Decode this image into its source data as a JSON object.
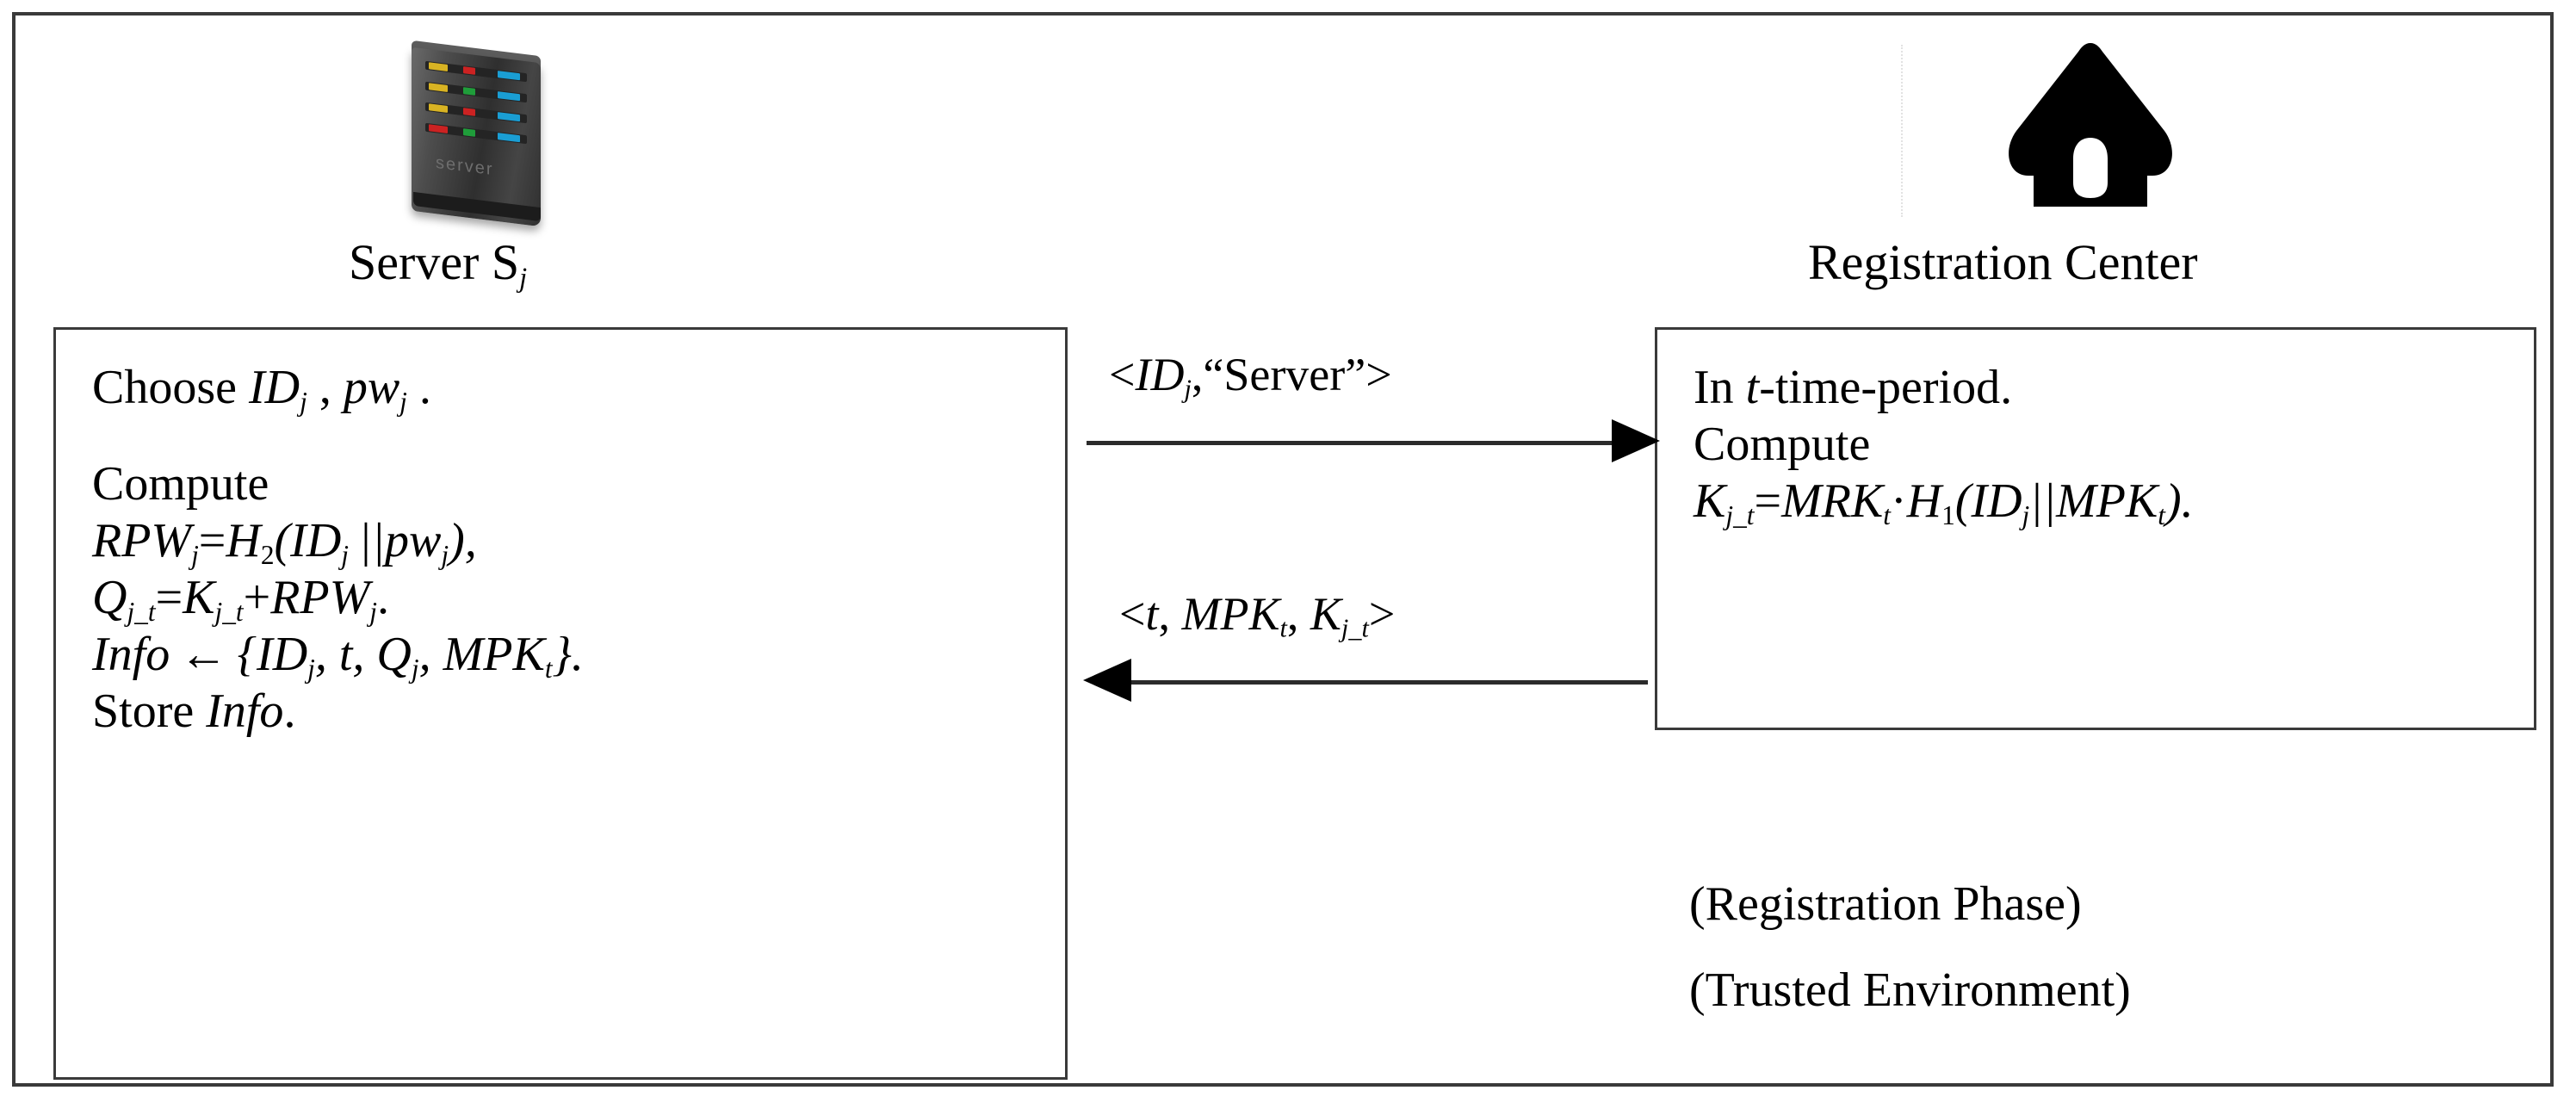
{
  "figure": {
    "title": "Registration Phase protocol diagram",
    "background": "#ffffff",
    "frame_color": "#3a3a3a",
    "ink_color": "#000000"
  },
  "entities": {
    "server": {
      "icon": "server-rack-icon",
      "label": "Server S",
      "label_sub": "j",
      "icon_text": "server",
      "icon_colors": {
        "body_dark": "#2f2f2f",
        "body_light": "#6a6a6a",
        "led_yellow": "#d8b323",
        "led_red": "#cc2222",
        "led_green": "#1f9d3a",
        "led_blue": "#1a9ed4"
      }
    },
    "registration_center": {
      "icon": "house-icon",
      "label": "Registration Center",
      "icon_color": "#000000"
    }
  },
  "server_box": {
    "lines": [
      {
        "id": "choose",
        "parts": [
          {
            "t": "Choose ",
            "s": "up"
          },
          {
            "t": "ID",
            "s": "it"
          },
          {
            "t": "j",
            "s": "sub"
          },
          {
            "t": " , ",
            "s": "up"
          },
          {
            "t": "pw",
            "s": "it"
          },
          {
            "t": "j",
            "s": "sub"
          },
          {
            "t": " .",
            "s": "up"
          }
        ],
        "plain": "Choose ID_j , pw_j ."
      },
      {
        "id": "blank",
        "parts": [],
        "plain": ""
      },
      {
        "id": "compute",
        "parts": [
          {
            "t": "Compute",
            "s": "up"
          }
        ],
        "plain": "Compute"
      },
      {
        "id": "rpw",
        "parts": [
          {
            "t": "RPW",
            "s": "it"
          },
          {
            "t": "j",
            "s": "sub"
          },
          {
            "t": "=",
            "s": "op"
          },
          {
            "t": "H",
            "s": "it"
          },
          {
            "t": "2",
            "s": "sub-up"
          },
          {
            "t": "(",
            "s": "it"
          },
          {
            "t": "ID",
            "s": "it"
          },
          {
            "t": "j",
            "s": "sub"
          },
          {
            "t": " ||",
            "s": "it"
          },
          {
            "t": "pw",
            "s": "it"
          },
          {
            "t": "j",
            "s": "sub"
          },
          {
            "t": "),",
            "s": "it"
          }
        ],
        "plain": "RPW_j=H_2(ID_j ||pw_j),"
      },
      {
        "id": "q",
        "parts": [
          {
            "t": "Q",
            "s": "it"
          },
          {
            "t": "j_t",
            "s": "sub"
          },
          {
            "t": "=",
            "s": "op"
          },
          {
            "t": "K",
            "s": "it"
          },
          {
            "t": "j_t",
            "s": "sub"
          },
          {
            "t": "+",
            "s": "op"
          },
          {
            "t": "RPW",
            "s": "it"
          },
          {
            "t": "j",
            "s": "sub"
          },
          {
            "t": ".",
            "s": "up"
          }
        ],
        "plain": "Q_j_t=K_j_t+RPW_j."
      },
      {
        "id": "info",
        "parts": [
          {
            "t": "Info",
            "s": "it"
          },
          {
            "t": " ← ",
            "s": "op"
          },
          {
            "t": "{",
            "s": "it"
          },
          {
            "t": "ID",
            "s": "it"
          },
          {
            "t": "j",
            "s": "sub"
          },
          {
            "t": ", ",
            "s": "it"
          },
          {
            "t": "t",
            "s": "it"
          },
          {
            "t": ", ",
            "s": "it"
          },
          {
            "t": "Q",
            "s": "it"
          },
          {
            "t": "j",
            "s": "sub"
          },
          {
            "t": ", ",
            "s": "it"
          },
          {
            "t": "MPK",
            "s": "it"
          },
          {
            "t": "t",
            "s": "sub"
          },
          {
            "t": "}.",
            "s": "it"
          }
        ],
        "plain": "Info ← {ID_j, t, Q_j, MPK_t}."
      },
      {
        "id": "store",
        "parts": [
          {
            "t": "Store ",
            "s": "up"
          },
          {
            "t": "Info",
            "s": "it"
          },
          {
            "t": ".",
            "s": "up"
          }
        ],
        "plain": "Store Info."
      }
    ]
  },
  "rc_box": {
    "lines": [
      {
        "id": "period",
        "parts": [
          {
            "t": "In ",
            "s": "up"
          },
          {
            "t": "t",
            "s": "it"
          },
          {
            "t": "-time-period.",
            "s": "up"
          }
        ],
        "plain": "In t-time-period."
      },
      {
        "id": "compute",
        "parts": [
          {
            "t": "Compute",
            "s": "up"
          }
        ],
        "plain": "Compute"
      },
      {
        "id": "key",
        "parts": [
          {
            "t": "K",
            "s": "it"
          },
          {
            "t": "j_t",
            "s": "sub"
          },
          {
            "t": "=",
            "s": "op"
          },
          {
            "t": "MRK",
            "s": "it"
          },
          {
            "t": "t",
            "s": "sub"
          },
          {
            "t": "·",
            "s": "op"
          },
          {
            "t": "H",
            "s": "it"
          },
          {
            "t": "1",
            "s": "sub-up"
          },
          {
            "t": "(",
            "s": "it"
          },
          {
            "t": "ID",
            "s": "it"
          },
          {
            "t": "j",
            "s": "sub"
          },
          {
            "t": "||",
            "s": "it"
          },
          {
            "t": "MPK",
            "s": "it"
          },
          {
            "t": "t",
            "s": "sub"
          },
          {
            "t": ").",
            "s": "it"
          }
        ],
        "plain": "K_j_t=MRK_t·H_1(ID_j||MPK_t)."
      }
    ]
  },
  "messages": [
    {
      "id": "msg-1",
      "direction": "server-to-registration-center",
      "arrow": "right-arrow-icon",
      "label_plain": "<ID_j,“Server”>",
      "parts": [
        {
          "t": "<",
          "s": "op"
        },
        {
          "t": "ID",
          "s": "it"
        },
        {
          "t": "j",
          "s": "sub"
        },
        {
          "t": ",",
          "s": "op"
        },
        {
          "t": "“Server”",
          "s": "up"
        },
        {
          "t": ">",
          "s": "op"
        }
      ]
    },
    {
      "id": "msg-2",
      "direction": "registration-center-to-server",
      "arrow": "left-arrow-icon",
      "label_plain": "<t, MPK_t, K_j_t>",
      "parts": [
        {
          "t": "<",
          "s": "op"
        },
        {
          "t": "t",
          "s": "it"
        },
        {
          "t": ", ",
          "s": "op"
        },
        {
          "t": "MPK",
          "s": "it"
        },
        {
          "t": "t",
          "s": "sub"
        },
        {
          "t": ", ",
          "s": "op"
        },
        {
          "t": "K",
          "s": "it"
        },
        {
          "t": "j_t",
          "s": "sub"
        },
        {
          "t": ">",
          "s": "op"
        }
      ]
    }
  ],
  "captions": {
    "phase": "(Registration Phase)",
    "environment": "(Trusted Environment)"
  }
}
